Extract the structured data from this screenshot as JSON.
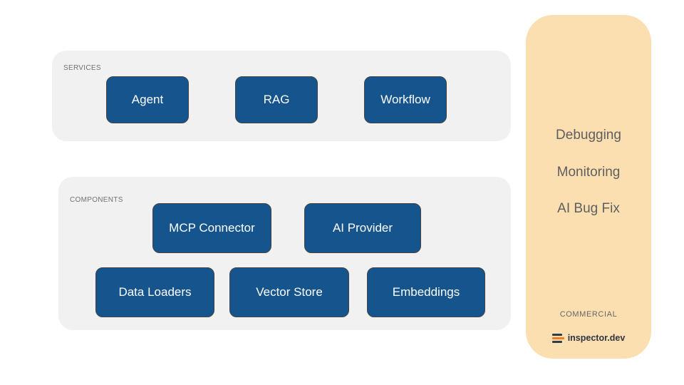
{
  "colors": {
    "page_background": "#ffffff",
    "panel_background": "#f1f1f1",
    "node_fill": "#15548c",
    "node_border": "#434343",
    "node_text": "#ffffff",
    "panel_label_text": "#717171",
    "sidebar_background": "#fcdfb1",
    "sidebar_text": "#5f5f5f",
    "brand_navy": "#333b4a",
    "brand_orange": "#ee7c23"
  },
  "services": {
    "label": "SERVICES",
    "nodes": [
      "Agent",
      "RAG",
      "Workflow"
    ]
  },
  "components": {
    "label": "COMPONENTS",
    "nodes_row1": [
      "MCP Connector",
      "AI Provider"
    ],
    "nodes_row2": [
      "Data Loaders",
      "Vector Store",
      "Embeddings"
    ]
  },
  "sidebar": {
    "features": [
      "Debugging",
      "Monitoring",
      "AI Bug Fix"
    ],
    "tier": "COMMERCIAL",
    "brand": "inspector.dev",
    "logo_icon": "inspector-bars-icon"
  }
}
